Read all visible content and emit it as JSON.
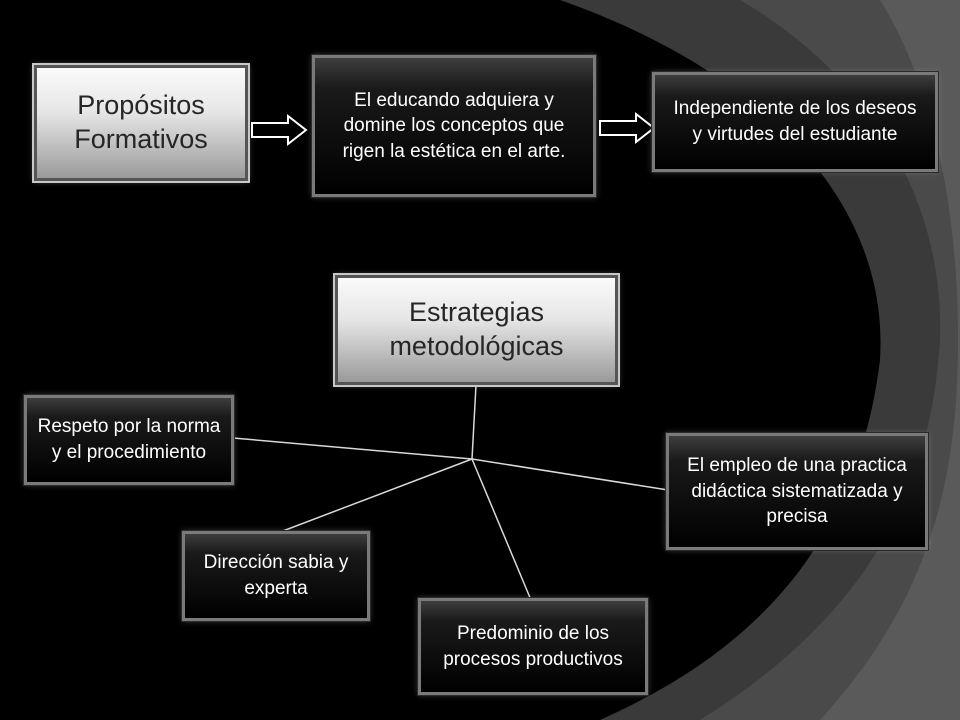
{
  "diagram": {
    "top_row": {
      "proposito": "Propósitos Formativos",
      "concepto": "El educando adquiera y domine los conceptos que rigen la estética en el arte.",
      "independiente": "Independiente de los deseos y virtudes del estudiante"
    },
    "estrategias": {
      "title": "Estrategias metodológicas",
      "items": {
        "respeto": "Respeto por la norma y el procedimiento",
        "empleo": "El empleo de una practica didáctica sistematizada y precisa",
        "direccion": "Dirección sabia y experta",
        "predominio": "Predominio de los procesos productivos"
      }
    }
  },
  "colors": {
    "background": "#000000",
    "decor_band": "#3d3d3d",
    "box_border": "#7a7a7a",
    "connector": "#d9d9d9"
  }
}
